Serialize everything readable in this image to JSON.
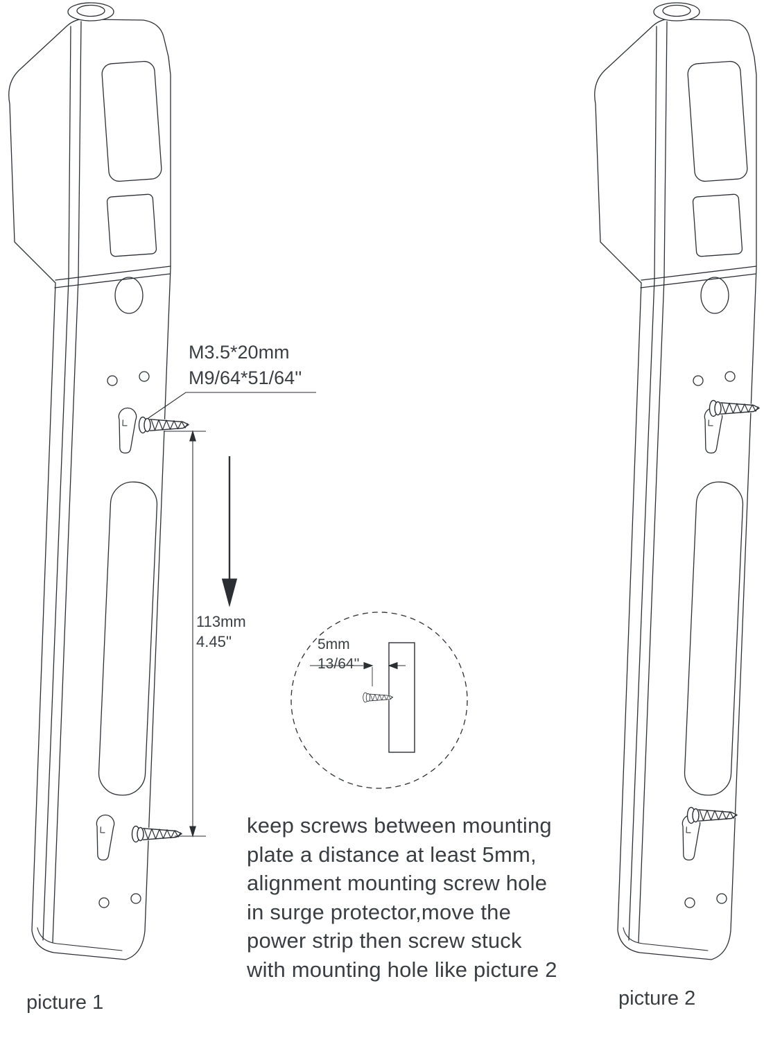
{
  "diagram": {
    "screw_spec": {
      "line1": "M3.5*20mm",
      "line2": "M9/64*51/64''"
    },
    "vertical_dimension": {
      "metric": "113mm",
      "imperial": "4.45''"
    },
    "detail_gap": {
      "metric": "5mm",
      "imperial": "13/64''"
    },
    "instructions": {
      "lines": [
        "keep screws between mounting",
        "plate a distance at least 5mm,",
        "alignment mounting screw hole",
        "in surge protector,move the",
        "power strip then screw stuck",
        "with mounting hole like picture 2"
      ]
    },
    "captions": {
      "left": "picture 1",
      "right": "picture 2"
    },
    "icons": {
      "screw-icon": "line-art screw, head left, threads pointing right",
      "keyhole-icon": "keyhole mounting slot, round hole with slot below",
      "down-arrow-icon": "solid black downward arrow",
      "detail-circle-icon": "dashed magnifier circle",
      "wall-plate-icon": "wall cross-section rectangle"
    },
    "colors": {
      "line": "#2b2e33",
      "text": "#3a3e42",
      "background": "#ffffff"
    }
  }
}
